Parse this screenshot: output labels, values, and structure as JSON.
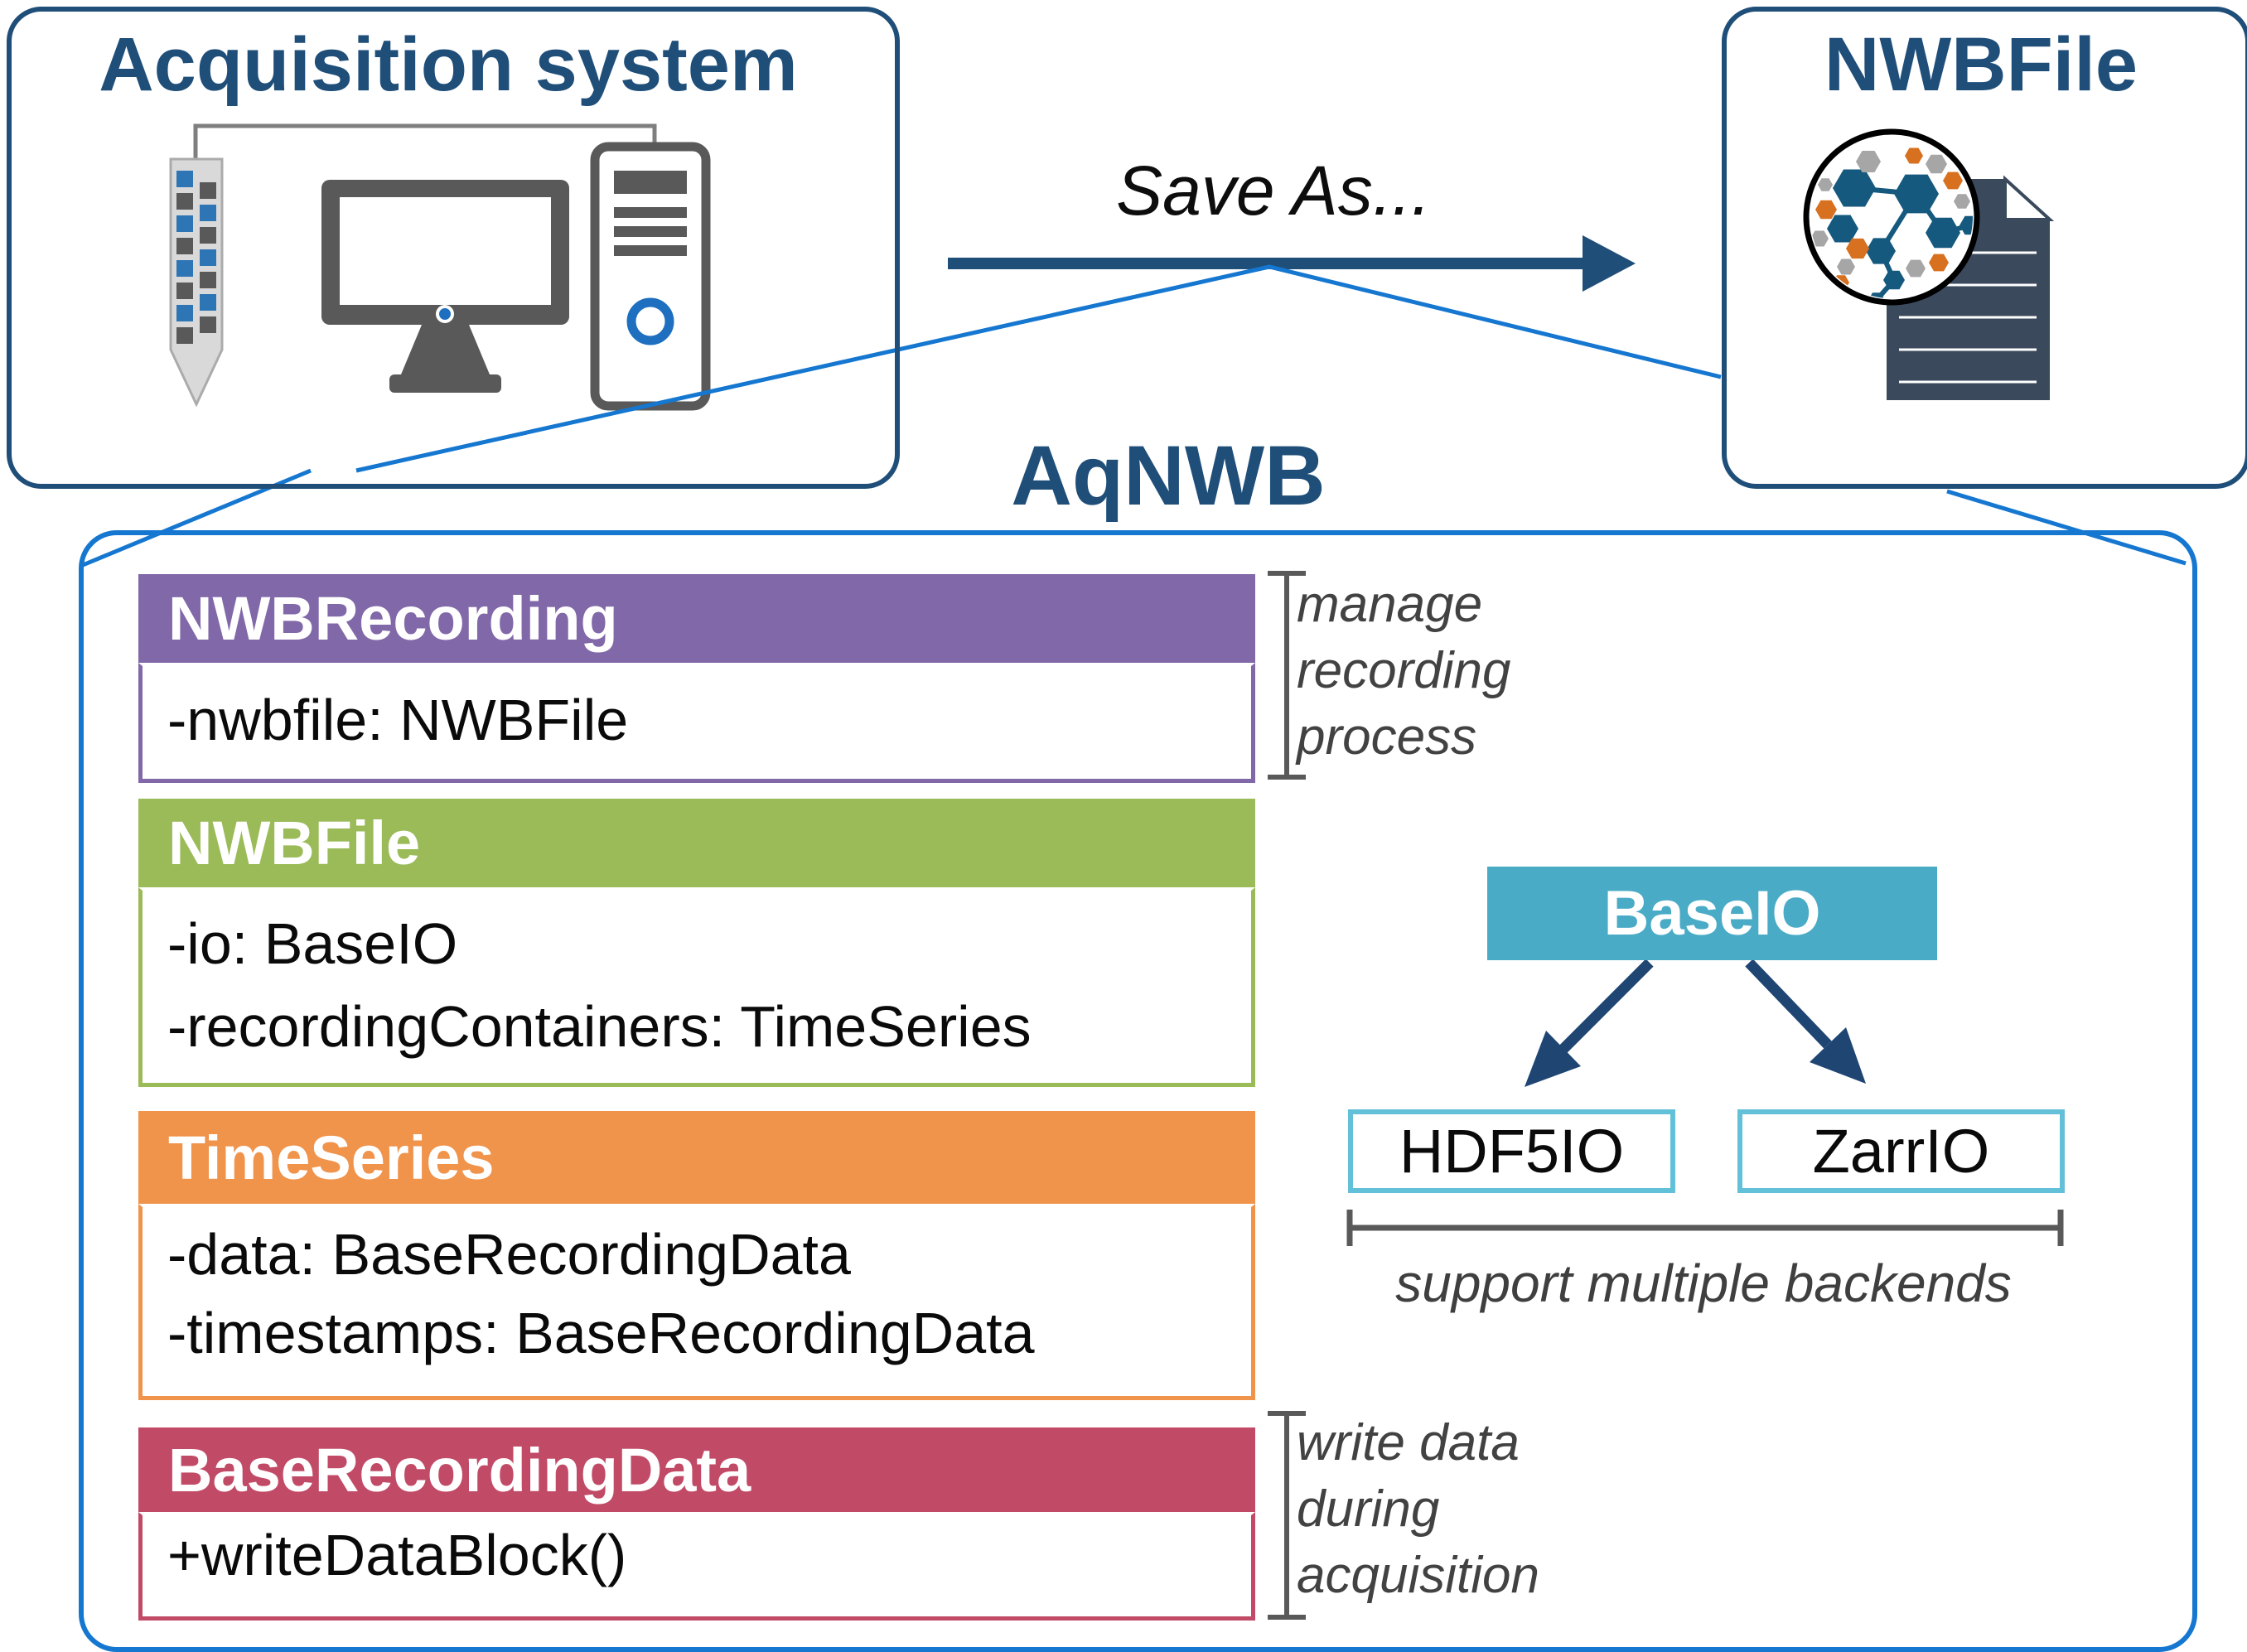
{
  "palette": {
    "navy": "#1F4E79",
    "bright_blue": "#1577D0",
    "purple": "#8168A8",
    "green": "#9BBB59",
    "orange": "#F0934B",
    "crimson": "#C14A67",
    "teal": "#4AABC6",
    "teal_border": "#62C1D8",
    "icon_gray": "#595959",
    "icon_blue": "#1F6FC0",
    "doc_slate": "#3A4A5C",
    "logo_blue": "#15597E",
    "logo_orange": "#D7701F",
    "logo_gray": "#A6A6A6",
    "annotation_gray": "#424242"
  },
  "acquisition": {
    "title": "Acquisition system"
  },
  "nwbfile_output": {
    "title": "NWBFile"
  },
  "flow": {
    "save_as_label": "Save As..."
  },
  "aqnwb": {
    "title": "AqNWB"
  },
  "uml_classes": [
    {
      "name": "NWBRecording",
      "members": [
        "-nwbfile: NWBFile"
      ]
    },
    {
      "name": "NWBFile",
      "members": [
        "-io: BaseIO",
        "-recordingContainers: TimeSeries"
      ]
    },
    {
      "name": "TimeSeries",
      "members": [
        "-data: BaseRecordingData",
        "-timestamps: BaseRecordingData"
      ]
    },
    {
      "name": "BaseRecordingData",
      "members": [
        "+writeDataBlock()"
      ]
    }
  ],
  "annotations": {
    "nwbrecording": {
      "lines": [
        "manage",
        "recording",
        "process"
      ]
    },
    "baserecordingdata": {
      "lines": [
        "write data",
        "during",
        "acquisition"
      ]
    },
    "backends": {
      "label": "support multiple backends"
    }
  },
  "io_hierarchy": {
    "base": {
      "label": "BaseIO"
    },
    "backends": [
      {
        "label": "HDF5IO"
      },
      {
        "label": "ZarrIO"
      }
    ]
  }
}
